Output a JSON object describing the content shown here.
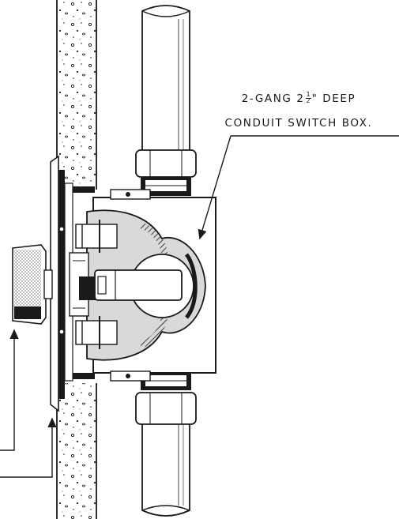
{
  "callout": {
    "line1_prefix": "2-GANG 2",
    "line1_frac_num": "1",
    "line1_frac_den": "2",
    "line1_suffix": "\" DEEP",
    "line2": "CONDUIT SWITCH BOX."
  },
  "colors": {
    "ink": "#1a1a1a",
    "paper": "#ffffff",
    "shade": "#d9d9d9"
  }
}
